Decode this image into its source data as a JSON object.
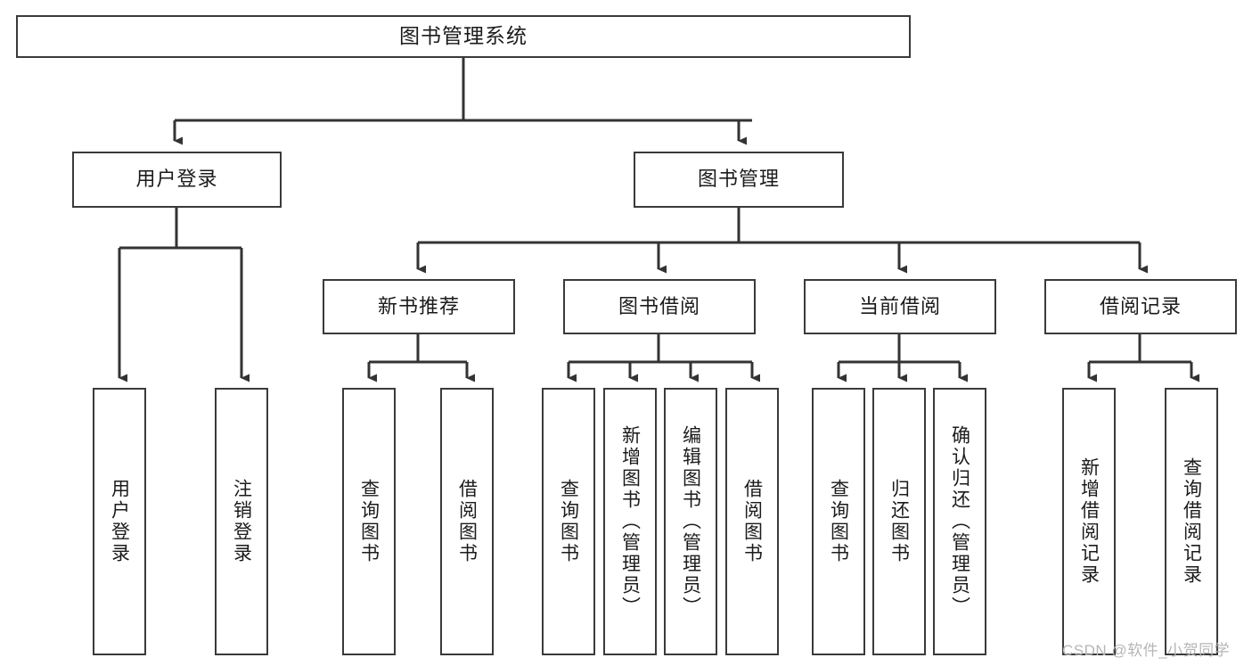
{
  "diagram": {
    "type": "tree",
    "title": "图书管理系统",
    "watermark": "CSDN @软件_小贺同学",
    "colors": {
      "box_border": "#3a3a3a",
      "box_fill": "#ffffff",
      "connector": "#333333",
      "text": "#1b1b1b",
      "watermark": "#b6b6b6",
      "background": "#ffffff"
    },
    "levels": {
      "root": {
        "label": "图书管理系统"
      },
      "level2": [
        {
          "id": "user-login",
          "label": "用户登录"
        },
        {
          "id": "book-manage",
          "label": "图书管理"
        }
      ],
      "level3": [
        {
          "id": "new-book-rec",
          "label": "新书推荐",
          "parent": "book-manage"
        },
        {
          "id": "book-borrow",
          "label": "图书借阅",
          "parent": "book-manage"
        },
        {
          "id": "current-borrow",
          "label": "当前借阅",
          "parent": "book-manage"
        },
        {
          "id": "borrow-record",
          "label": "借阅记录",
          "parent": "book-manage"
        }
      ],
      "leaves": [
        {
          "id": "leaf-user-login",
          "label": "用户登录",
          "parent": "user-login"
        },
        {
          "id": "leaf-logout",
          "label": "注销登录",
          "parent": "user-login"
        },
        {
          "id": "leaf-query-book-1",
          "label": "查询图书",
          "parent": "new-book-rec"
        },
        {
          "id": "leaf-borrow-book-1",
          "label": "借阅图书",
          "parent": "new-book-rec"
        },
        {
          "id": "leaf-query-book-2",
          "label": "查询图书",
          "parent": "book-borrow"
        },
        {
          "id": "leaf-add-book",
          "label": "新增图书（管理员）",
          "parent": "book-borrow"
        },
        {
          "id": "leaf-edit-book",
          "label": "编辑图书（管理员）",
          "parent": "book-borrow"
        },
        {
          "id": "leaf-borrow-book-2",
          "label": "借阅图书",
          "parent": "book-borrow"
        },
        {
          "id": "leaf-query-book-3",
          "label": "查询图书",
          "parent": "current-borrow"
        },
        {
          "id": "leaf-return-book",
          "label": "归还图书",
          "parent": "current-borrow"
        },
        {
          "id": "leaf-confirm-return",
          "label": "确认归还（管理员）",
          "parent": "current-borrow"
        },
        {
          "id": "leaf-add-record",
          "label": "新增借阅记录",
          "parent": "borrow-record"
        },
        {
          "id": "leaf-query-record",
          "label": "查询借阅记录",
          "parent": "borrow-record"
        }
      ]
    }
  }
}
